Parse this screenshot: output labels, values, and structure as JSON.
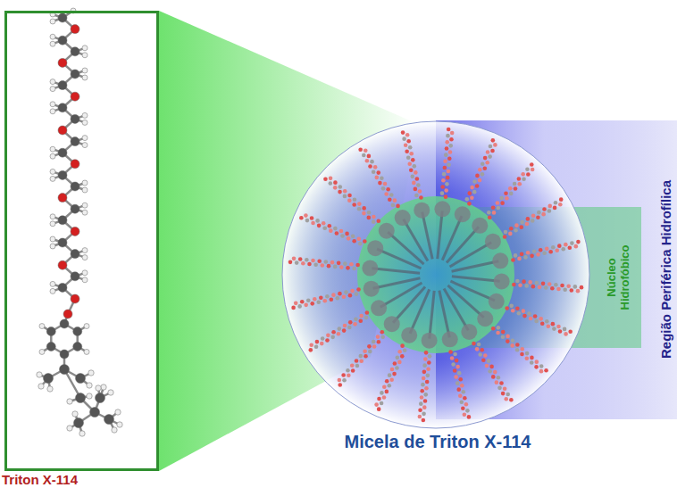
{
  "diagram": {
    "caption": "Micela de Triton X-114",
    "nodes": [
      {
        "text": [
          "Triton X-114"
        ]
      },
      {
        "text": [
          "Região Periférica Hidrofílica"
        ]
      },
      {
        "text": [
          "Núcleo Hidrofóbico"
        ],
        "in": 1
      }
    ]
  }
}
